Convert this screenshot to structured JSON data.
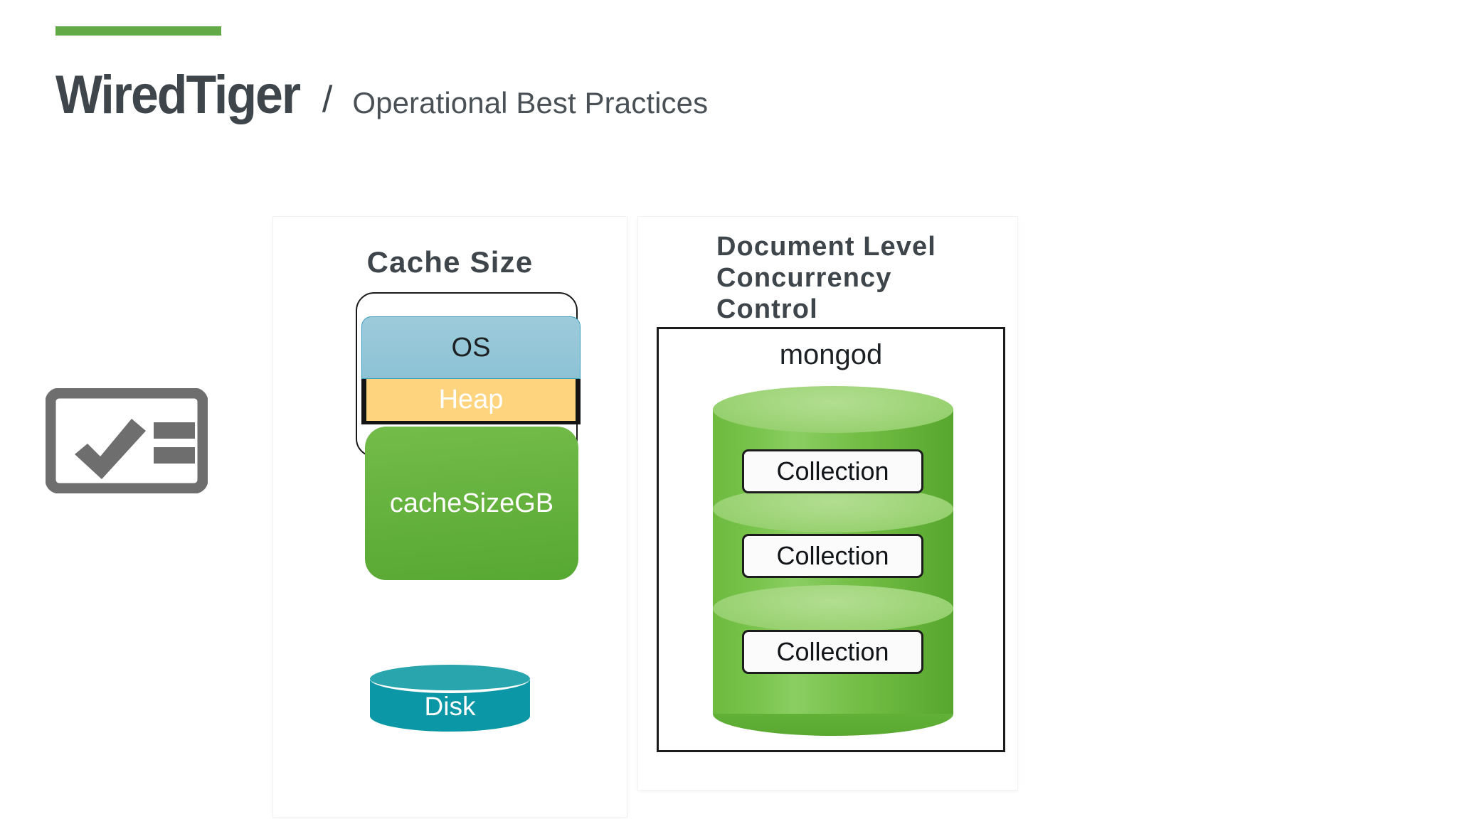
{
  "slide": {
    "accent_color": "#63a945",
    "title_main": "WiredTiger",
    "title_slash": "/",
    "title_sub": "Operational Best Practices",
    "title_color": "#3f464b"
  },
  "icon": {
    "name": "checklist-icon",
    "color": "#6e6e6e"
  },
  "panels": {
    "left": {
      "title": "Cache Size",
      "stack": {
        "layers": [
          {
            "label": "OS",
            "color": "#8cc2d4",
            "text_color": "#1d2124"
          },
          {
            "label": "Heap",
            "color": "#ffd47e",
            "text_color": "#ffffff"
          },
          {
            "label": "cacheSizeGB",
            "color": "#63b23a",
            "text_color": "#ffffff"
          }
        ]
      },
      "disk": {
        "label": "Disk",
        "color": "#0b97a5",
        "top_color": "#28a5ad"
      }
    },
    "right": {
      "title_lines": [
        "Document Level",
        "Concurrency",
        "Control"
      ],
      "mongod_label": "mongod",
      "cylinder_color": "#6dba3f",
      "collections": [
        {
          "label": "Collection"
        },
        {
          "label": "Collection"
        },
        {
          "label": "Collection"
        }
      ]
    }
  }
}
